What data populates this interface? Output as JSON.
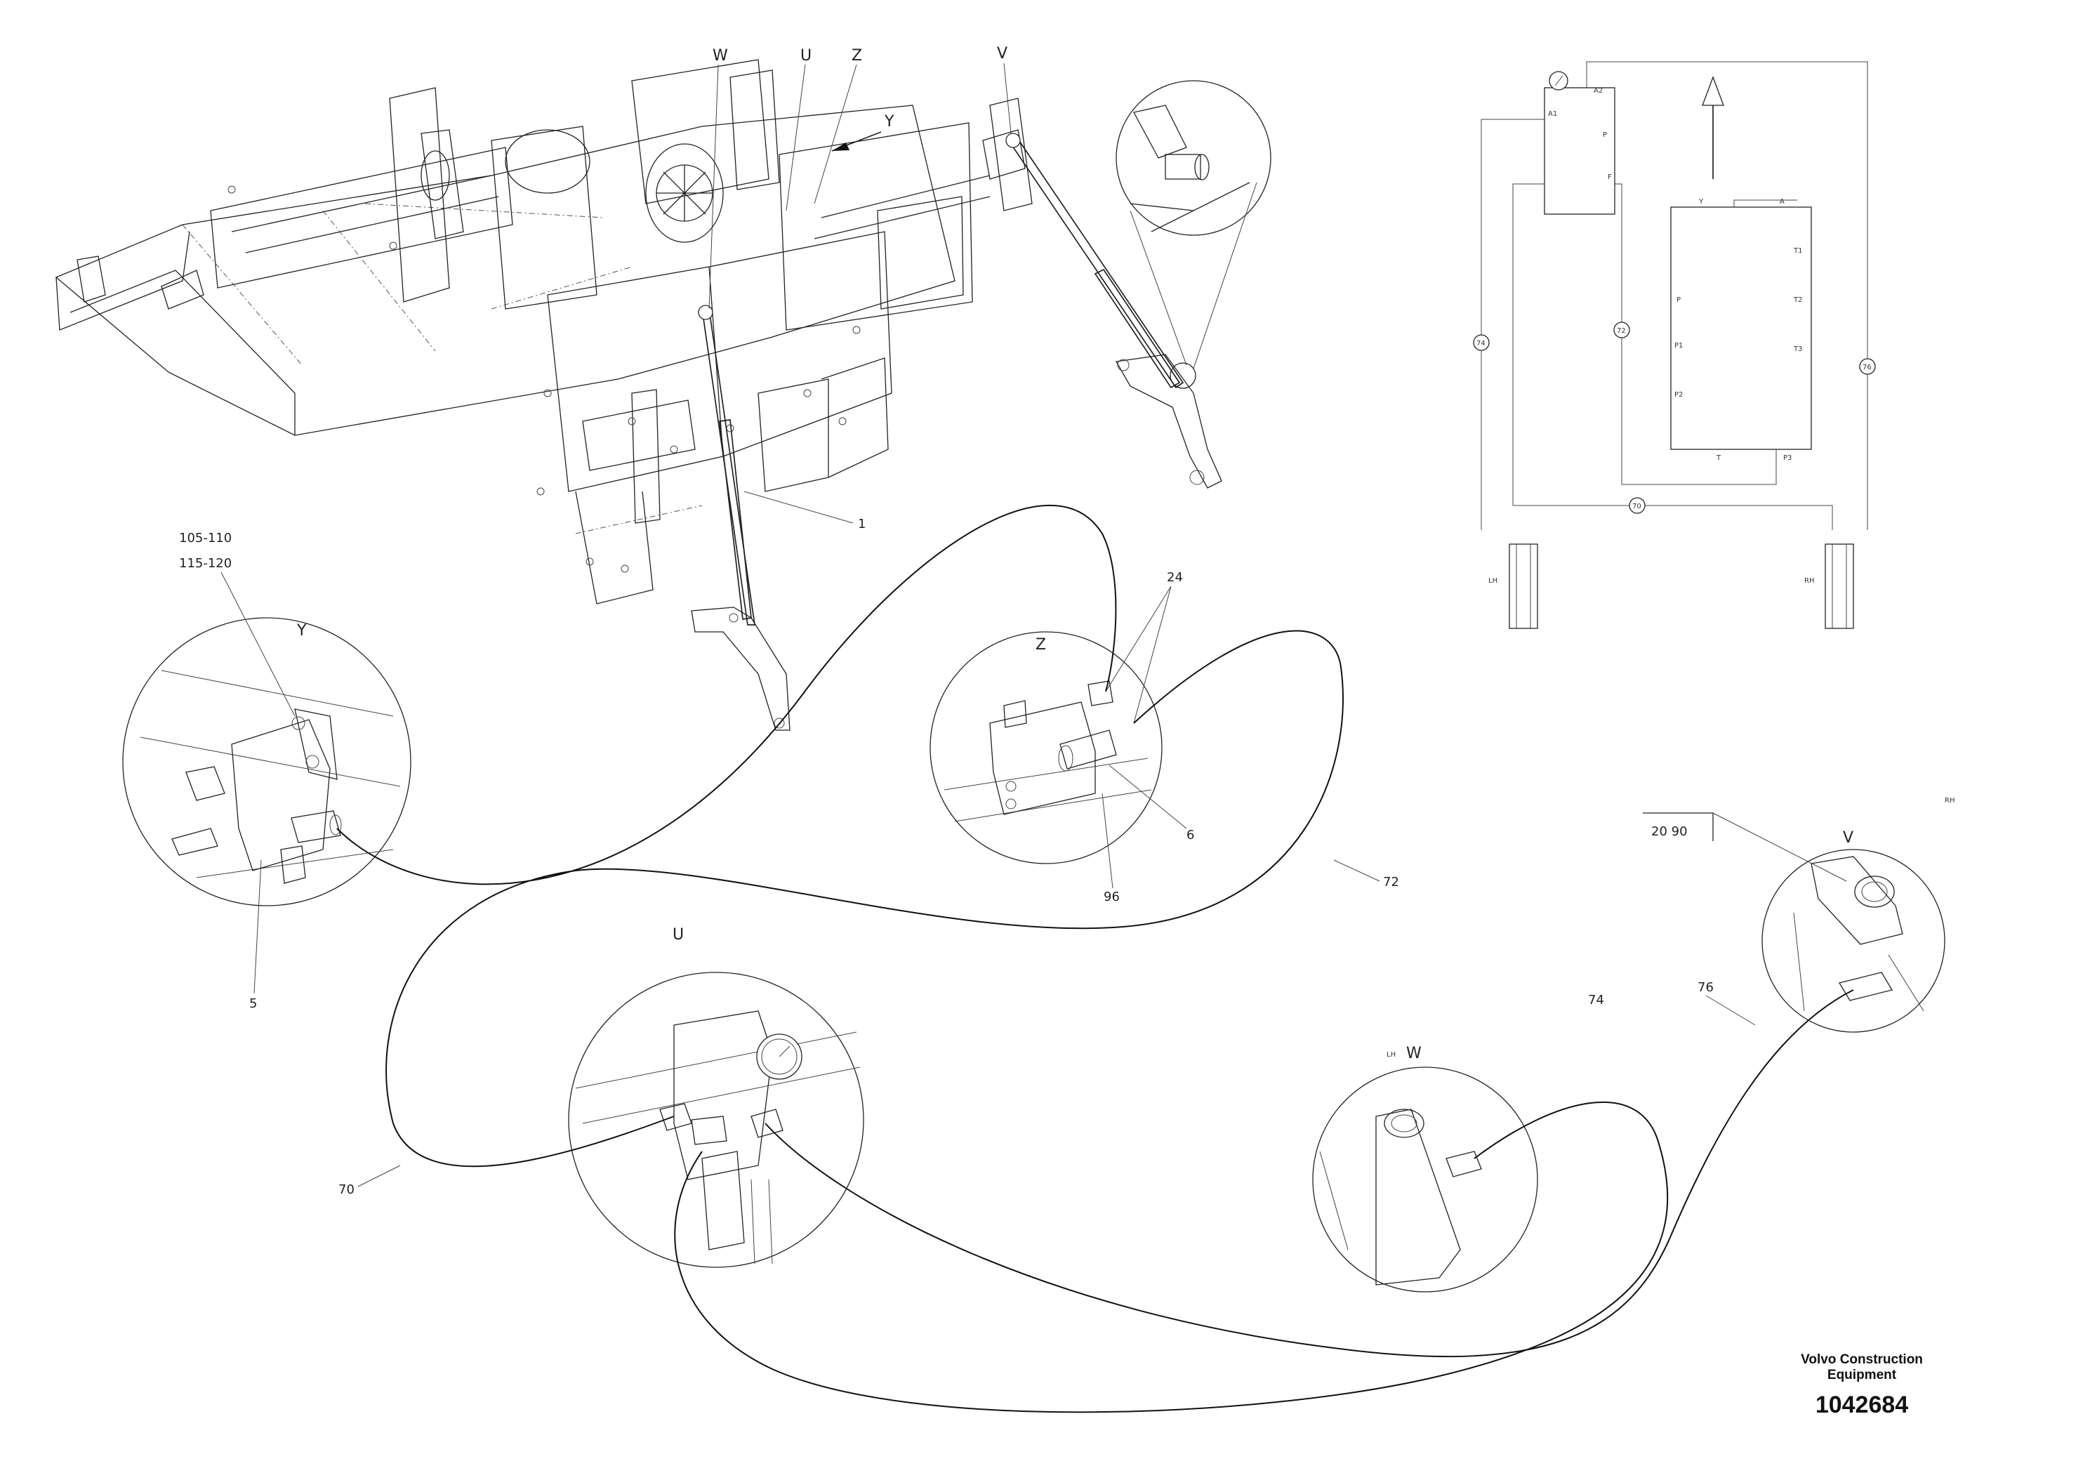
{
  "callouts": {
    "W": "W",
    "U": "U",
    "Z": "Z",
    "V": "V",
    "Y": "Y",
    "one": "1",
    "range1": "105-110",
    "range2": "115-120",
    "detail_Y": "Y",
    "detail_Z": "Z",
    "detail_U": "U",
    "detail_V": "V",
    "detail_W": "W",
    "n24": "24",
    "n6": "6",
    "n96": "96",
    "n72": "72",
    "n5": "5",
    "n70": "70",
    "n76": "76",
    "n74": "74",
    "ref_box": "20 90",
    "rh": "RH",
    "lh": "LH"
  },
  "schematic": {
    "LH": "LH",
    "RH": "RH",
    "A1": "A1",
    "A2": "A2",
    "P": "P",
    "F": "F",
    "Y": "Y",
    "A": "A",
    "T": "T",
    "P1": "P1",
    "P2": "P2",
    "P3": "P3",
    "T1": "T1",
    "T2": "T2",
    "T3": "T3",
    "g70": "70",
    "g72": "72",
    "g74": "74",
    "g76": "76"
  },
  "footer": {
    "brand_line1": "Volvo Construction",
    "brand_line2": "Equipment",
    "doc_number": "1042684"
  }
}
